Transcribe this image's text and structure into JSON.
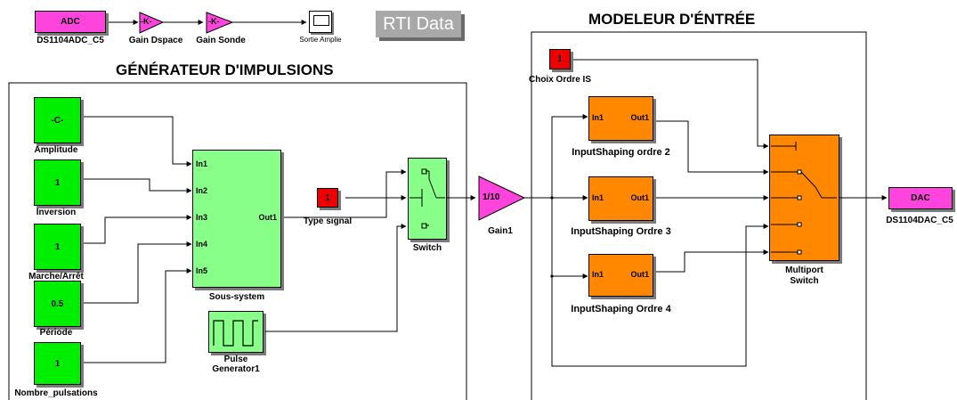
{
  "colors": {
    "constant_green": "#00ee00",
    "subsystem_light_green": "#88ff88",
    "gain_magenta": "#ff44dd",
    "inputshaping_orange": "#ff8800",
    "constant_red": "#ee0000"
  },
  "top_strip": {
    "adc_block": "ADC",
    "adc_label": "DS1104ADC_C5",
    "gain_dspace_value": "-K-",
    "gain_dspace_label": "Gain Dspace",
    "gain_sonde_value": "-K-",
    "gain_sonde_label": "Gain Sonde",
    "scope_label": "Sortie Amplie",
    "rti_data": "RTI Data"
  },
  "generator": {
    "title": "GÉNÉRATEUR D'IMPULSIONS",
    "constants": [
      {
        "value": "-C-",
        "label": "Amplitude"
      },
      {
        "value": "1",
        "label": "Inversion"
      },
      {
        "value": "1",
        "label": "Marche/Arrêt"
      },
      {
        "value": "0.5",
        "label": "Période"
      },
      {
        "value": "1",
        "label": "Nombre_pulsations"
      }
    ],
    "subsystem": {
      "label": "Sous-system",
      "inputs": [
        "In1",
        "In2",
        "In3",
        "In4",
        "In5"
      ],
      "output": "Out1"
    },
    "type_signal_value": "1",
    "type_signal_label": "Type signal",
    "switch_label": "Switch",
    "pulse_label_line1": "Pulse",
    "pulse_label_line2": "Generator1"
  },
  "gain1": {
    "value": "1/10",
    "label": "Gain1"
  },
  "modeleur": {
    "title": "MODELEUR D'ÉNTRÉE",
    "choix_value": "1",
    "choix_label": "Choix Ordre IS",
    "shapers": [
      {
        "in": "In1",
        "out": "Out1",
        "label": "InputShaping ordre 2"
      },
      {
        "in": "In1",
        "out": "Out1",
        "label": "InputShaping Ordre 3"
      },
      {
        "in": "In1",
        "out": "Out1",
        "label": "InputShaping Ordre 4"
      }
    ],
    "multiport_label_line1": "Multiport",
    "multiport_label_line2": "Switch"
  },
  "dac": {
    "block": "DAC",
    "label": "DS1104DAC_C5"
  }
}
